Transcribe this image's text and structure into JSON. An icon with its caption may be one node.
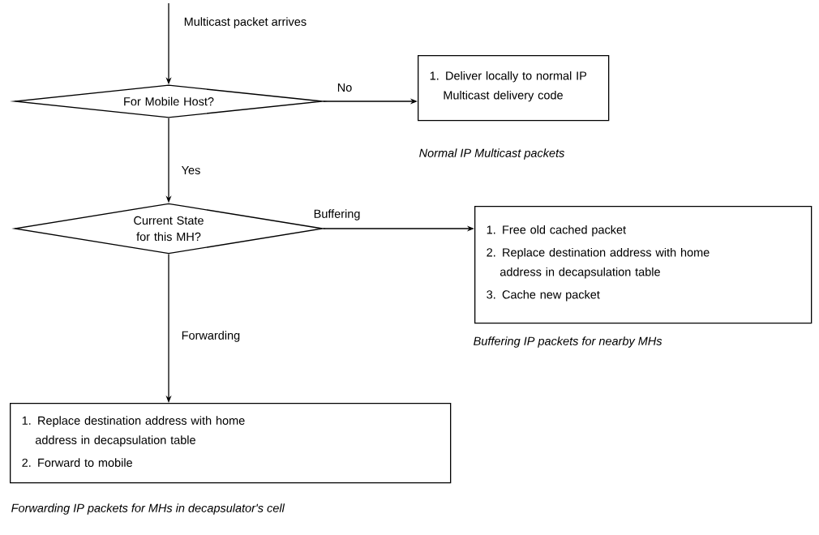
{
  "diagram": {
    "nodes": [
      {
        "text": [
          "For Mobile Host?"
        ]
      },
      {
        "text": [
          "1. Deliver locally to normal IP Multicast delivery code"
        ],
        "beside": [
          "Normal IP Multicast packets"
        ]
      },
      {
        "text": [
          "Current State for this MH?"
        ]
      },
      {
        "text": [
          "1. Free old cached packet",
          "2. Replace destination address with home address in decapsulation table",
          "3. Cache new packet"
        ],
        "beside": [
          "Buffering IP packets for nearby MHs"
        ]
      },
      {
        "text": [
          "1. Replace destination address with home address in decapsulation table",
          "2. Forward to mobile"
        ],
        "beside": [
          "Forwarding IP packets for MHs in decapsulator's cell"
        ]
      }
    ],
    "edges": [
      {
        "from": null,
        "to": 0,
        "arrow": "to",
        "label": "Multicast packet arrives"
      },
      {
        "from": 0,
        "to": 1,
        "arrow": "to",
        "label": "No"
      },
      {
        "from": 0,
        "to": 2,
        "arrow": "to",
        "label": "Yes"
      },
      {
        "from": 2,
        "to": 3,
        "arrow": "to",
        "label": "Buffering"
      },
      {
        "from": 2,
        "to": 4,
        "arrow": "to",
        "label": "Forwarding"
      }
    ]
  }
}
